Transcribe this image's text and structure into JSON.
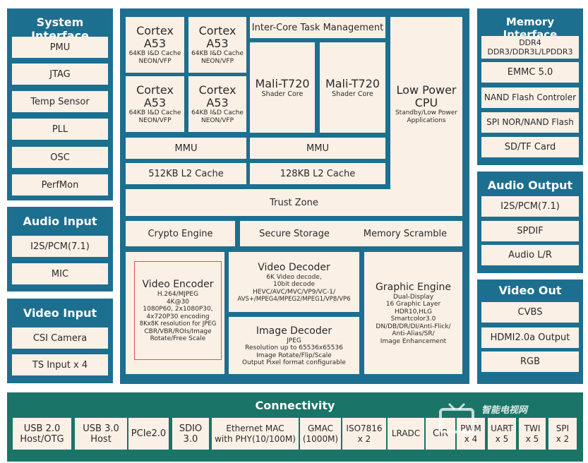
{
  "system_interface": {
    "title": "System Interface",
    "items": [
      "PMU",
      "JTAG",
      "Temp Sensor",
      "PLL",
      "OSC",
      "PerfMon"
    ]
  },
  "audio_input": {
    "title": "Audio  Input",
    "items": [
      "I2S/PCM(7.1)",
      "MIC"
    ]
  },
  "video_input": {
    "title": "Video Input",
    "items": [
      "CSI Camera",
      "TS Input x 4"
    ]
  },
  "memory_interface": {
    "title": "Memory Interface",
    "ddr_line1": "DDR4",
    "ddr_line2": "DDR3/DDR3L/LPDDR3",
    "items": [
      "EMMC 5.0",
      "NAND Flash Controler",
      "SPI NOR/NAND Flash",
      "SD/TF Card"
    ]
  },
  "audio_output": {
    "title": "Audio  Output",
    "items": [
      "I2S/PCM(7.1)",
      "SPDIF",
      "Audio L/R"
    ]
  },
  "video_out": {
    "title": "Video Out",
    "items": [
      "CVBS",
      "HDMI2.0a Output",
      "RGB"
    ]
  },
  "cpu": {
    "cores": [
      {
        "name": "Cortex",
        "model": "A53",
        "cache": "64KB I&D Cache",
        "ext": "NEON/VFP"
      },
      {
        "name": "Cortex",
        "model": "A53",
        "cache": "64KB I&D Cache",
        "ext": "NEON/VFP"
      },
      {
        "name": "Cortex",
        "model": "A53",
        "cache": "64KB I&D Cache",
        "ext": "NEON/VFP"
      },
      {
        "name": "Cortex",
        "model": "A53",
        "cache": "64KB I&D Cache",
        "ext": "NEON/VFP"
      }
    ],
    "mmu": "MMU",
    "l2": "512KB L2 Cache"
  },
  "gpu": {
    "task_mgmt": "Inter-Core Task Management",
    "cores": [
      {
        "name": "Mali-T720",
        "sub": "Shader Core"
      },
      {
        "name": "Mali-T720",
        "sub": "Shader Core"
      }
    ],
    "mmu": "MMU",
    "l2": "128KB L2 Cache"
  },
  "low_power_cpu": {
    "line1": "Low Power",
    "line2": "CPU",
    "sub1": "Standby/Low Power",
    "sub2": "Applications"
  },
  "trust_zone": "Trust Zone",
  "security": [
    "Crypto Engine",
    "Secure Storage",
    "Memory Scramble"
  ],
  "video_encoder": {
    "title": "Video Encoder",
    "lines": [
      "H.264/MJPEG",
      "4K@30",
      "1080P60, 2x1080P30,",
      "4x720P30 encoding",
      "8Kx8K resolution for JPEG",
      "CBR/VBR/ROIs/Image",
      "Rotate/Free Scale"
    ]
  },
  "video_decoder": {
    "title": "Video Decoder",
    "lines": [
      "6K Video decode,",
      "10bit decode",
      "HEVC/AVC/MVC/VP9/VC-1/",
      "AVS+/MPEG4/MPEG2/MPEG1/VP8/VP6"
    ]
  },
  "image_decoder": {
    "title": "Image Decoder",
    "lines": [
      "JPEG",
      "Resolution up to 65536x65536",
      "Image Rotate/Flip/Scale",
      "Output Pixel format configurable"
    ]
  },
  "graphic_engine": {
    "title": "Graphic Engine",
    "lines": [
      "Dual-Display",
      "16 Graphic Layer",
      "HDR10,HLG",
      "Smartcolor3.0",
      "DN/DB/DR/DI/Anti-Flick/",
      "Anti-Alias/SR/",
      "Image Enhancement"
    ]
  },
  "connectivity": {
    "title": "Connectivity",
    "items": [
      {
        "l1": "USB 2.0",
        "l2": "Host/OTG"
      },
      {
        "l1": "USB 3.0",
        "l2": "Host"
      },
      {
        "l1": "PCIe2.0",
        "l2": ""
      },
      {
        "l1": "SDIO",
        "l2": "3.0"
      },
      {
        "l1": "Ethernet MAC",
        "l2": "with PHY(10/100M)"
      },
      {
        "l1": "GMAC",
        "l2": "(1000M)"
      },
      {
        "l1": "ISO7816",
        "l2": "x 2"
      },
      {
        "l1": "LRADC",
        "l2": ""
      },
      {
        "l1": "CIR",
        "l2": ""
      },
      {
        "l1": "PWM",
        "l2": "x 4"
      },
      {
        "l1": "UART",
        "l2": "x 5"
      },
      {
        "l1": "TWI",
        "l2": "x 5"
      },
      {
        "l1": "SPI",
        "l2": "x 2"
      }
    ]
  },
  "watermark": "智能电视网",
  "colors": {
    "panel": "#1d6f8f",
    "connectivity": "#1a7468",
    "box": "#fbf0e6",
    "encoder_border": "#d9534f"
  }
}
